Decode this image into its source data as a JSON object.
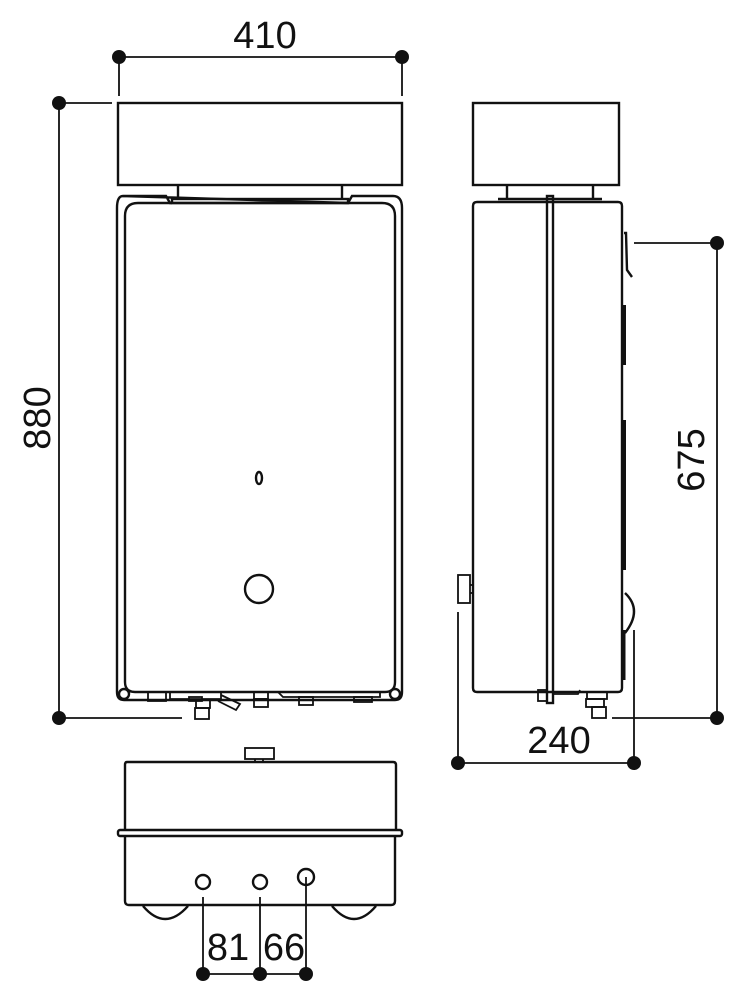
{
  "diagram": {
    "type": "technical-dimension-drawing",
    "subject": "wall-mounted water heater",
    "views": [
      {
        "id": "front",
        "label": "front view"
      },
      {
        "id": "side",
        "label": "side view"
      },
      {
        "id": "bottom",
        "label": "bottom view"
      }
    ],
    "dimensions": {
      "width": "410",
      "height": "880",
      "connection_height": "675",
      "depth": "240",
      "spacing_1": "81",
      "spacing_2": "66"
    },
    "colors": {
      "line": "#111111",
      "background": "#ffffff"
    }
  }
}
